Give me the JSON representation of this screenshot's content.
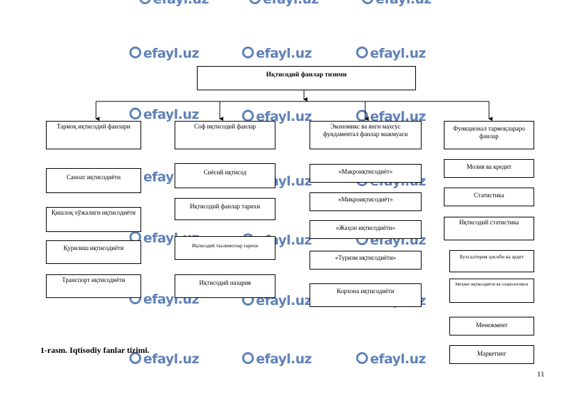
{
  "watermark": "efayl.uz",
  "root": "Иқтисодий фанлар тизими",
  "col1": {
    "header": "Тармоқ иқтисодий фанлари",
    "items": [
      "Саноат иқтисодиёти",
      "Қишлоқ хўжалиги иқтисодиёти",
      "Қурилиш иқтисодиёти",
      "Транспорт иқтисодиёти"
    ]
  },
  "col2": {
    "header": "Соф иқтисодий фанлар",
    "items": [
      "Сиёсий иқтисод",
      "Иқтисодий фанлар тарихи",
      "Иқтисодий таълимотлар тарихи",
      "Иқтисодий назария"
    ]
  },
  "col3": {
    "header": "Экономикс ва янги махсус фундаментал фанлар мажмуаси",
    "items": [
      "«Макроиқтисодиёт»",
      "«Микроиқтисодиёт»",
      "«Жаҳон иқтисодиёти»",
      "«Туризм иқтисодиёти»",
      "Корхона иқтисодиёти"
    ]
  },
  "col4": {
    "header": "Функционал тармоқлараро фанлар",
    "items": [
      "Молия ва кредит",
      "Статистика",
      "Иқтисодий статистика",
      "Бухгалтерия ҳисоби ва аудит",
      "Меҳнат иқтисодиёти ва социологияси",
      "Менежмент",
      "Маркетинг"
    ]
  },
  "caption": "1-rasm. Iqtisodiy fanlar tizimi.",
  "page_number": "11"
}
